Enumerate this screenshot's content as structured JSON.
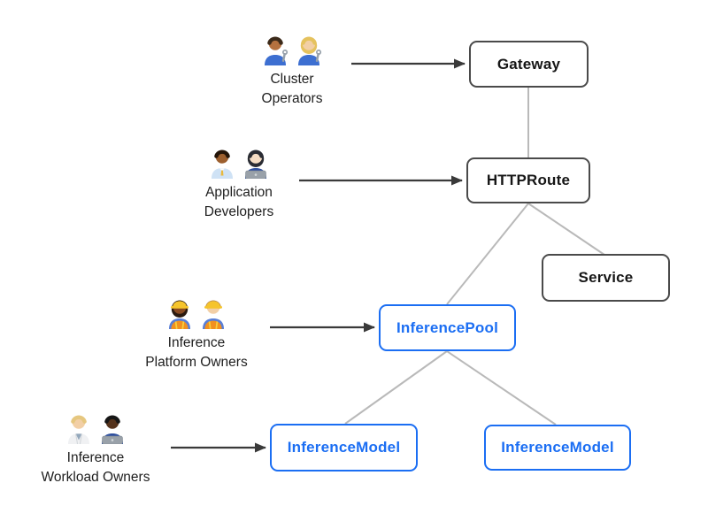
{
  "diagram": {
    "colors": {
      "resource_border": "#4a4a4a",
      "resource_text": "#161616",
      "extension_border": "#1b6ef3",
      "extension_text": "#1b6ef3",
      "connector_line": "#b9b9b9",
      "arrow_line": "#3a3a3a",
      "label_text": "#1e1e1e",
      "background": "#ffffff"
    },
    "personas": [
      {
        "label": "Cluster\nOperators",
        "icons": [
          "man-mechanic-icon",
          "woman-mechanic-icon"
        ],
        "target": "Gateway"
      },
      {
        "label": "Application\nDevelopers",
        "icons": [
          "man-office-worker-icon",
          "woman-technologist-icon"
        ],
        "target": "HTTPRoute"
      },
      {
        "label": "Inference\nPlatform Owners",
        "icons": [
          "woman-construction-worker-icon",
          "man-construction-worker-icon"
        ],
        "target": "InferencePool"
      },
      {
        "label": "Inference\nWorkload Owners",
        "icons": [
          "person-health-worker-icon",
          "man-technologist-icon"
        ],
        "target": "InferenceModel"
      }
    ],
    "nodes": [
      {
        "id": "gateway",
        "label": "Gateway",
        "variant": "standard"
      },
      {
        "id": "httproute",
        "label": "HTTPRoute",
        "variant": "standard"
      },
      {
        "id": "service",
        "label": "Service",
        "variant": "standard"
      },
      {
        "id": "inferencepool",
        "label": "InferencePool",
        "variant": "extension"
      },
      {
        "id": "inferencemodel-left",
        "label": "InferenceModel",
        "variant": "extension"
      },
      {
        "id": "inferencemodel-right",
        "label": "InferenceModel",
        "variant": "extension"
      }
    ],
    "edges": [
      {
        "from": "gateway",
        "to": "httproute"
      },
      {
        "from": "httproute",
        "to": "inferencepool"
      },
      {
        "from": "httproute",
        "to": "service"
      },
      {
        "from": "inferencepool",
        "to": "inferencemodel-left"
      },
      {
        "from": "inferencepool",
        "to": "inferencemodel-right"
      }
    ],
    "persona_arrows": [
      {
        "from": "cluster-operators",
        "to": "gateway"
      },
      {
        "from": "application-developers",
        "to": "httproute"
      },
      {
        "from": "inference-platform-owners",
        "to": "inferencepool"
      },
      {
        "from": "inference-workload-owners",
        "to": "inferencemodel-left"
      }
    ]
  }
}
